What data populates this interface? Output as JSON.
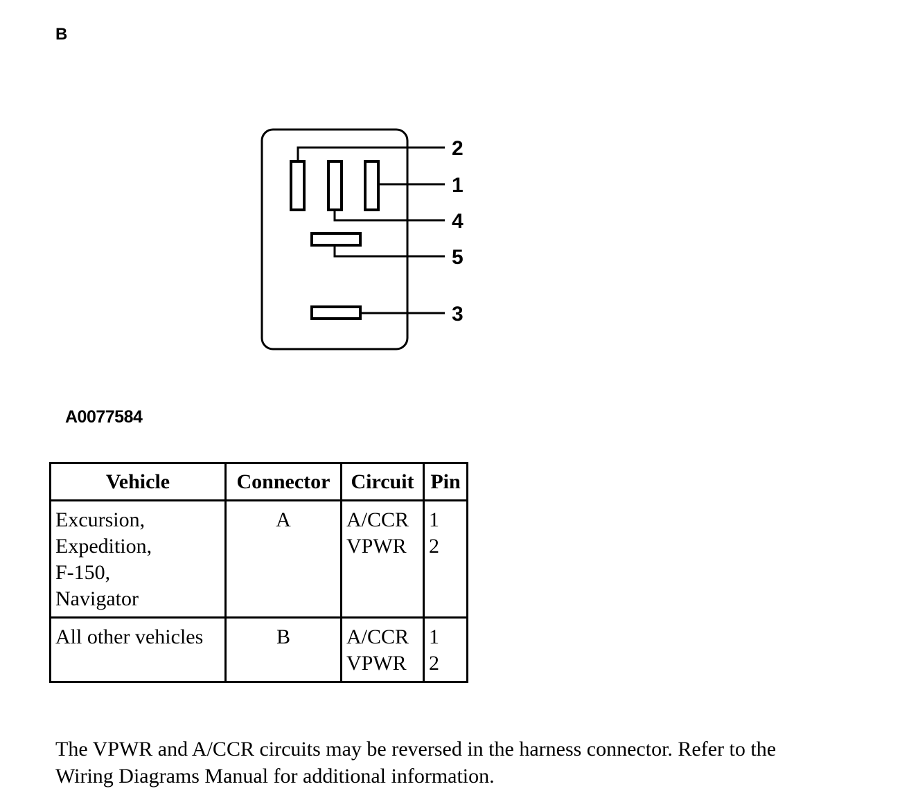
{
  "corner_label": "B",
  "figure_id": "A0077584",
  "connector_diagram": {
    "callouts": [
      "2",
      "1",
      "4",
      "5",
      "3"
    ]
  },
  "table": {
    "headers": [
      "Vehicle",
      "Connector",
      "Circuit",
      "Pin"
    ],
    "rows": [
      {
        "vehicle": [
          "Excursion,",
          "Expedition,",
          "F-150,",
          "Navigator"
        ],
        "connector": "A",
        "circuits": [
          "A/CCR",
          "VPWR"
        ],
        "pins": [
          "1",
          "2"
        ]
      },
      {
        "vehicle": [
          "All other vehicles"
        ],
        "connector": "B",
        "circuits": [
          "A/CCR",
          "VPWR"
        ],
        "pins": [
          "1",
          "2"
        ]
      }
    ]
  },
  "note": {
    "line1": "The VPWR and A/CCR circuits may be reversed in the harness connector. Refer to the",
    "line2": "Wiring Diagrams Manual for additional information."
  }
}
